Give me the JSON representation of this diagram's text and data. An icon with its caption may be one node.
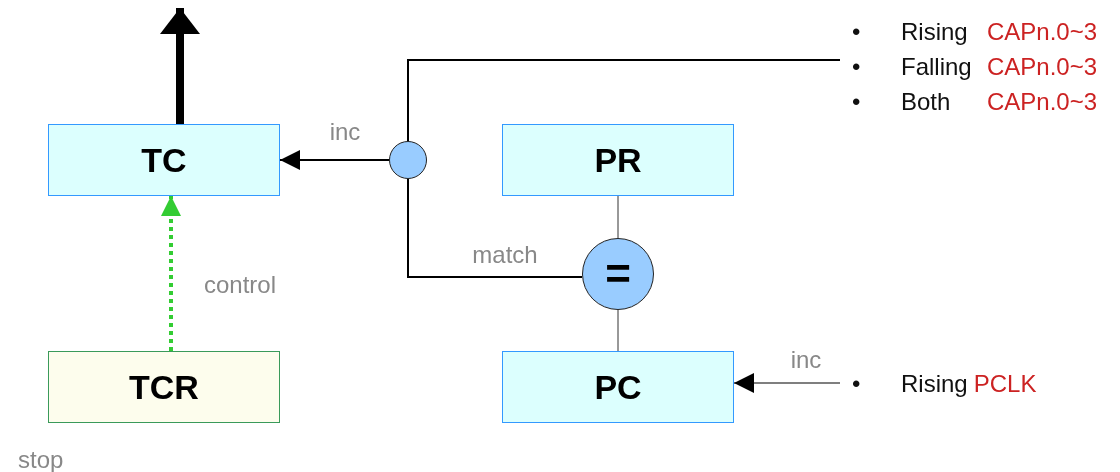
{
  "diagram": {
    "nodes": [
      {
        "text": [
          "TC"
        ]
      },
      {
        "text": [],
        "shape": "circle"
      },
      {
        "text": [
          "PR"
        ]
      },
      {
        "text": [
          "="
        ]
      },
      {
        "text": [
          "TCR"
        ]
      },
      {
        "text": [
          "PC"
        ]
      },
      {
        "text": [
          "•",
          "Rising",
          "CAPn.0~3",
          "•",
          "Falling",
          "CAPn.0~3",
          "•",
          "Both",
          "CAPn.0~3"
        ]
      },
      {
        "text": [
          "•",
          "Rising",
          "PCLK"
        ]
      }
    ],
    "edges": [
      {
        "from": 1,
        "to": 0,
        "arrow": "to",
        "label": "inc"
      },
      {
        "from": 3,
        "to": 1,
        "arrow": "none",
        "label": "match"
      },
      {
        "from": 6,
        "to": 1,
        "arrow": "none"
      },
      {
        "from": 2,
        "to": 3,
        "arrow": "none"
      },
      {
        "from": 3,
        "to": 5,
        "arrow": "none"
      },
      {
        "from": 7,
        "to": 5,
        "arrow": "to",
        "label": "inc"
      },
      {
        "from": 4,
        "to": 0,
        "arrow": "to",
        "label": "control",
        "style": "dashed",
        "color": "#33cc33"
      },
      {
        "from": 0,
        "to": null,
        "arrow": "to",
        "style": "thick"
      }
    ],
    "labels": [
      "stop"
    ]
  }
}
